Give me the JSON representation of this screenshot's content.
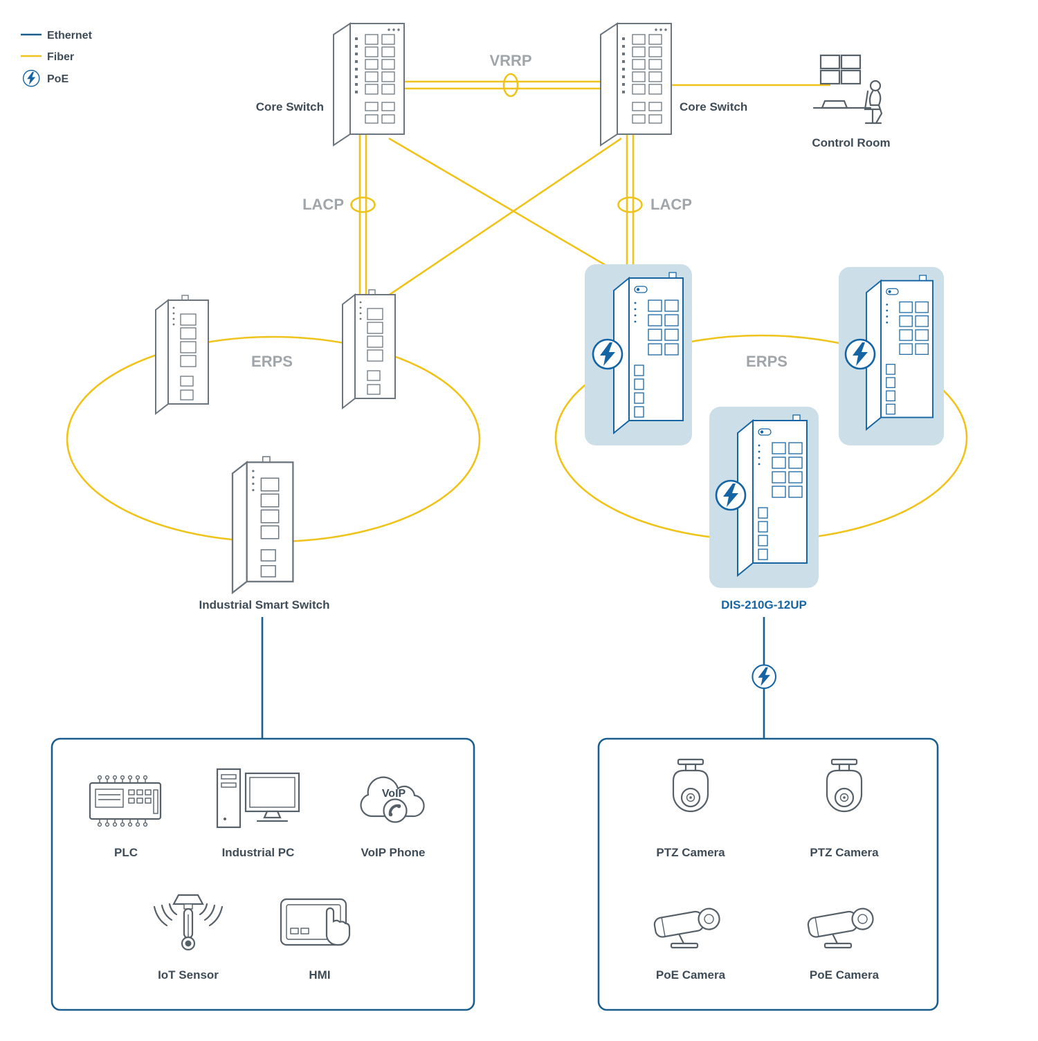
{
  "colors": {
    "ethernet": "#1a5e8d",
    "fiber": "#efc319",
    "highlight": "#ccdfe9",
    "poe_blue": "#1565a5",
    "label_gray": "#a0a5aa",
    "text_dark": "#3e4c57",
    "device_outline": "#566069",
    "switch_outline": "#6a757e"
  },
  "legend": {
    "ethernet": "Ethernet",
    "fiber": "Fiber",
    "poe": "PoE"
  },
  "labels": {
    "vrrp": "VRRP",
    "lacp_left": "LACP",
    "lacp_right": "LACP",
    "erps_left": "ERPS",
    "erps_right": "ERPS",
    "core_switch_left": "Core Switch",
    "core_switch_right": "Core Switch",
    "control_room": "Control Room",
    "industrial_smart_switch": "Industrial Smart Switch",
    "poe_switch_model": "DIS-210G-12UP"
  },
  "left_device_group": {
    "items": [
      {
        "name": "plc",
        "label": "PLC"
      },
      {
        "name": "industrial-pc",
        "label": "Industrial PC"
      },
      {
        "name": "voip-phone",
        "label": "VoIP Phone",
        "cloud_text": "VoIP"
      },
      {
        "name": "iot-sensor",
        "label": "IoT Sensor"
      },
      {
        "name": "hmi",
        "label": "HMI"
      }
    ]
  },
  "right_device_group": {
    "items": [
      {
        "name": "ptz-camera-1",
        "label": "PTZ Camera"
      },
      {
        "name": "ptz-camera-2",
        "label": "PTZ Camera"
      },
      {
        "name": "poe-camera-1",
        "label": "PoE Camera"
      },
      {
        "name": "poe-camera-2",
        "label": "PoE Camera"
      }
    ]
  }
}
